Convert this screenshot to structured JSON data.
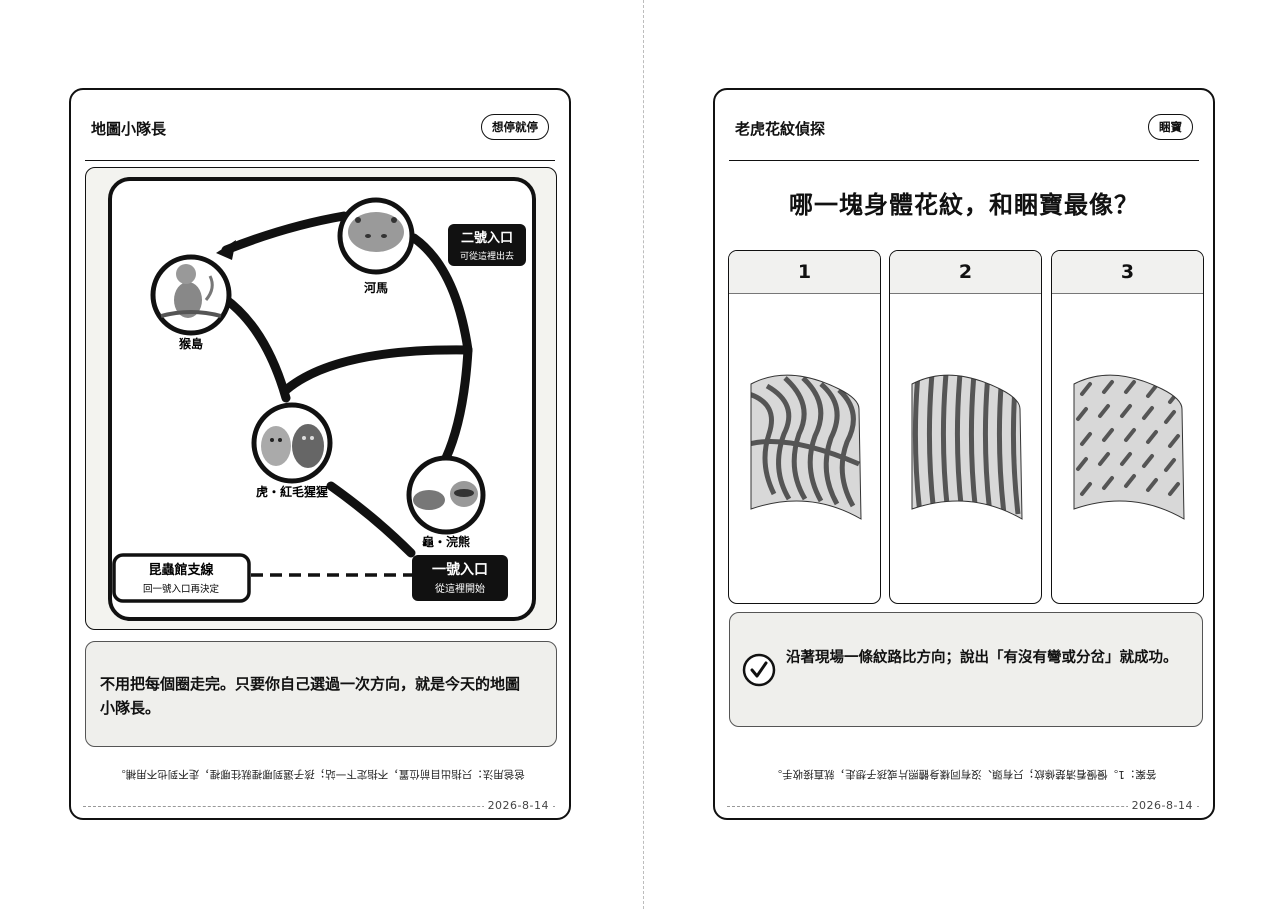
{
  "left_card": {
    "title": "地圖小隊長",
    "badge": "想停就停",
    "map": {
      "stops": [
        {
          "label": "河馬",
          "icon": "hippo-icon"
        },
        {
          "label": "猴島",
          "icon": "monkey-icon"
        },
        {
          "label": "虎・紅毛猩猩",
          "icon": "tiger-orangutan-icon"
        },
        {
          "label": "龜・浣熊",
          "icon": "turtle-raccoon-icon"
        }
      ],
      "gate2": {
        "title": "二號入口",
        "sub": "可從這裡出去"
      },
      "gate1": {
        "title": "一號入口",
        "sub": "從這裡開始"
      },
      "branch": {
        "title": "昆蟲館支線",
        "sub": "回一號入口再決定"
      }
    },
    "note": "不用把每個圈走完。只要你自己選過一次方向，就是今天的地圖小隊長。",
    "upside_note": "爸爸用法：只指出目前位置，不指定下一站；孩子選到哪裡就往哪裡，走不到也不用補。",
    "date": "2026-8-14"
  },
  "right_card": {
    "title": "老虎花紋偵探",
    "badge": "睏寶",
    "question": "哪一塊身體花紋，和睏寶最像？",
    "options": [
      {
        "label": "1",
        "pattern": "wavy tiger stripes"
      },
      {
        "label": "2",
        "pattern": "regular vertical stripes"
      },
      {
        "label": "3",
        "pattern": "short broken stripes"
      }
    ],
    "tip": "沿著現場一條紋路比方向；說出「有沒有彎或分岔」就成功。",
    "tip_icon": "check-circle-icon",
    "upside_note": "答案：1。慢慢看清楚條紋；只有頭、沒有同樣身體照片或孩子想走，就直接收手。",
    "date": "2026-8-14"
  }
}
